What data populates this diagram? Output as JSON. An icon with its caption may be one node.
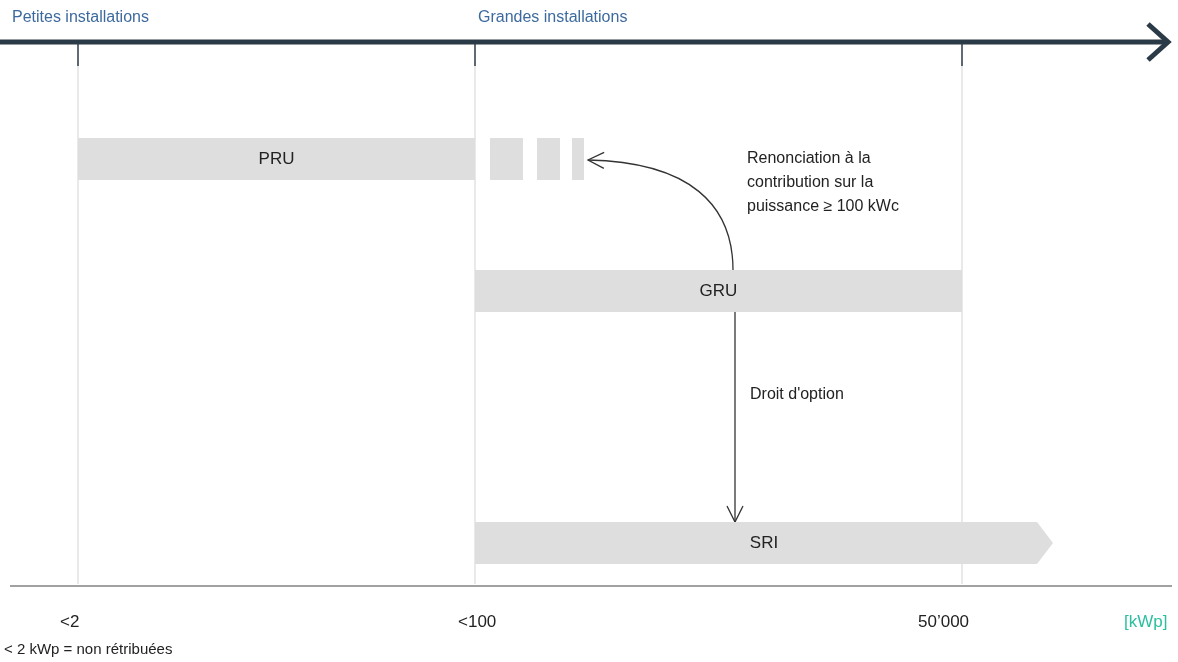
{
  "diagram": {
    "nodes": [
      {
        "text": [
          "PRU"
        ]
      },
      {
        "text": [],
        "shape": "bar"
      },
      {
        "text": [],
        "shape": "bar"
      },
      {
        "text": [],
        "shape": "bar"
      },
      {
        "text": [
          "GRU"
        ]
      },
      {
        "text": [
          "SRI"
        ]
      }
    ],
    "edges": [
      {
        "from": 4,
        "to": 3,
        "arrow": "to",
        "label": "Renonciation à la contribution sur la puissance ≥ 100 kWc"
      },
      {
        "from": 4,
        "to": 5,
        "arrow": "to",
        "label": "Droit d'option"
      }
    ],
    "labels": [
      "Petites installations",
      "Grandes installations",
      "<2",
      "<100",
      "50’000",
      "[kWp]",
      "< 2 kWp = non rétribuées"
    ]
  }
}
